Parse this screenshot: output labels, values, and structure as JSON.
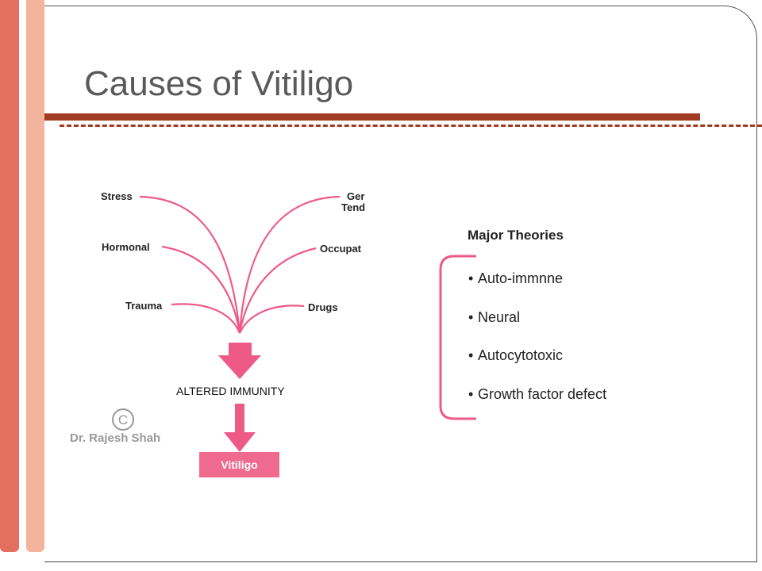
{
  "slide": {
    "title": "Causes of Vitiligo"
  },
  "diagram": {
    "causes_left": [
      "Stress",
      "Hormonal",
      "Trauma"
    ],
    "causes_right": [
      "Ger",
      "Tend",
      "Occupat",
      "Drugs"
    ],
    "center_label": "ALTERED IMMUNITY",
    "result_label": "Vitiligo",
    "copyright_symbol": "©",
    "credit": "Dr. Rajesh Shah"
  },
  "theories": {
    "title": "Major Theories",
    "items": [
      "Auto-immnne",
      "Neural",
      "Autocytotoxic",
      "Growth factor defect"
    ],
    "bullet": "•"
  },
  "colors": {
    "accent_dark": "#a33a24",
    "bar_left_1": "#e3705f",
    "bar_left_2": "#f2b49d",
    "diagram_pink": "#ee5a86",
    "result_box": "#f06a90"
  }
}
